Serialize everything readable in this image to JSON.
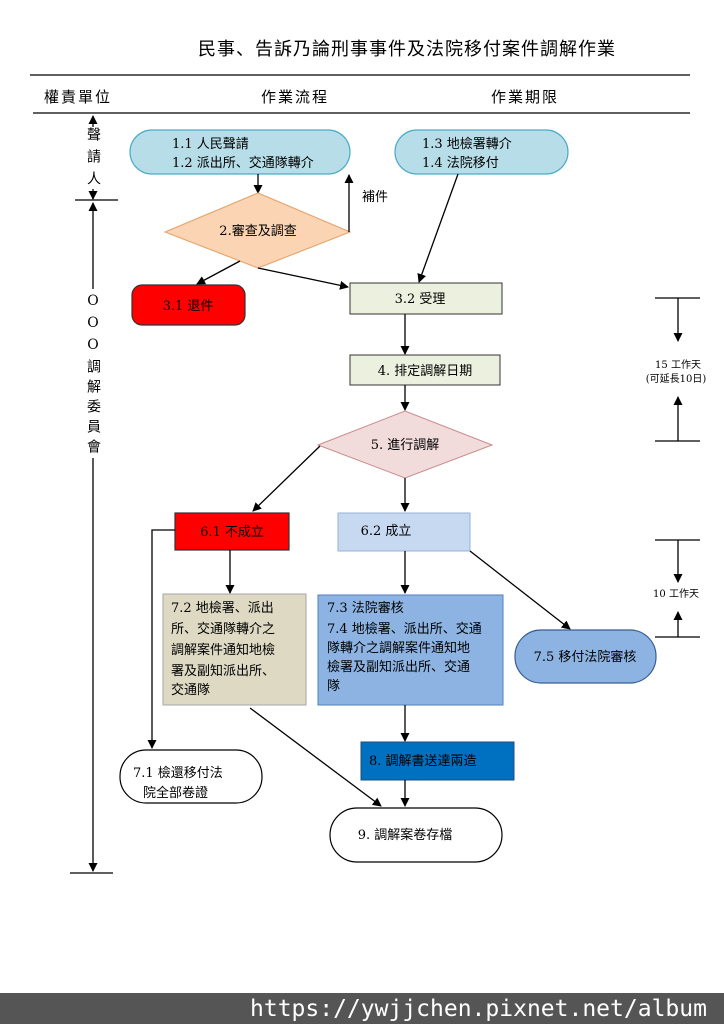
{
  "title": "民事、告訴乃論刑事事件及法院移付案件調解作業",
  "header": {
    "unit": "權責單位",
    "flow": "作業流程",
    "deadline": "作業期限"
  },
  "units": {
    "applicant": "聲請人",
    "committee": "OOO調解委員會"
  },
  "flow": {
    "n1": {
      "lines": [
        "1.1 人民聲請",
        "1.2 派出所、交通隊轉介"
      ]
    },
    "n2": {
      "lines": [
        "1.3 地檢署轉介",
        "1.4 法院移付"
      ]
    },
    "review": "2.審查及調查",
    "supplement": "補件",
    "reject": "3.1 退件",
    "accept": "3.2 受理",
    "schedule": "4. 排定調解日期",
    "mediate": "5. 進行調解",
    "fail": "6.1 不成立",
    "success": "6.2 成立",
    "notify_fail": {
      "lines": [
        "7.2 地檢署、派出",
        "所、交通隊轉介之",
        "調解案件通知地檢",
        "署及副知派出所、",
        "交通隊"
      ]
    },
    "court_review": {
      "lines": [
        "7.3 法院審核",
        "7.4 地檢署、派出所、交通",
        "隊轉介之調解案件通知地",
        "檢署及副知派出所、交通",
        "隊"
      ]
    },
    "transfer_court": "7.5 移付法院審核",
    "deliver": "8. 調解書送達兩造",
    "return_files": {
      "lines": [
        "7.1 檢還移付法",
        "院全部卷證"
      ]
    },
    "archive": "9. 調解案卷存檔"
  },
  "deadlines": {
    "first": {
      "days": "15 工作天",
      "note": "(可延長10日)"
    },
    "second": {
      "days": "10 工作天"
    }
  },
  "watermark": "https://ywjjchen.pixnet.net/album",
  "colors": {
    "light_blue": "#B7DDE8",
    "light_blue_border": "#4BACC6",
    "peach": "#FBD4B4",
    "peach_border": "#E5A36B",
    "red": "#FF0000",
    "yellow_text": "#FFFF00",
    "pale_green": "#EBF1DE",
    "pink": "#F2DBDB",
    "pink_border": "#C98B8A",
    "pale_blue": "#C6D9F1",
    "tan": "#DDD9C3",
    "mid_blue": "#8DB3E2",
    "mid_blue_border": "#4F81BD",
    "strong_blue": "#0070C0",
    "watermark_bar": "#555555"
  }
}
